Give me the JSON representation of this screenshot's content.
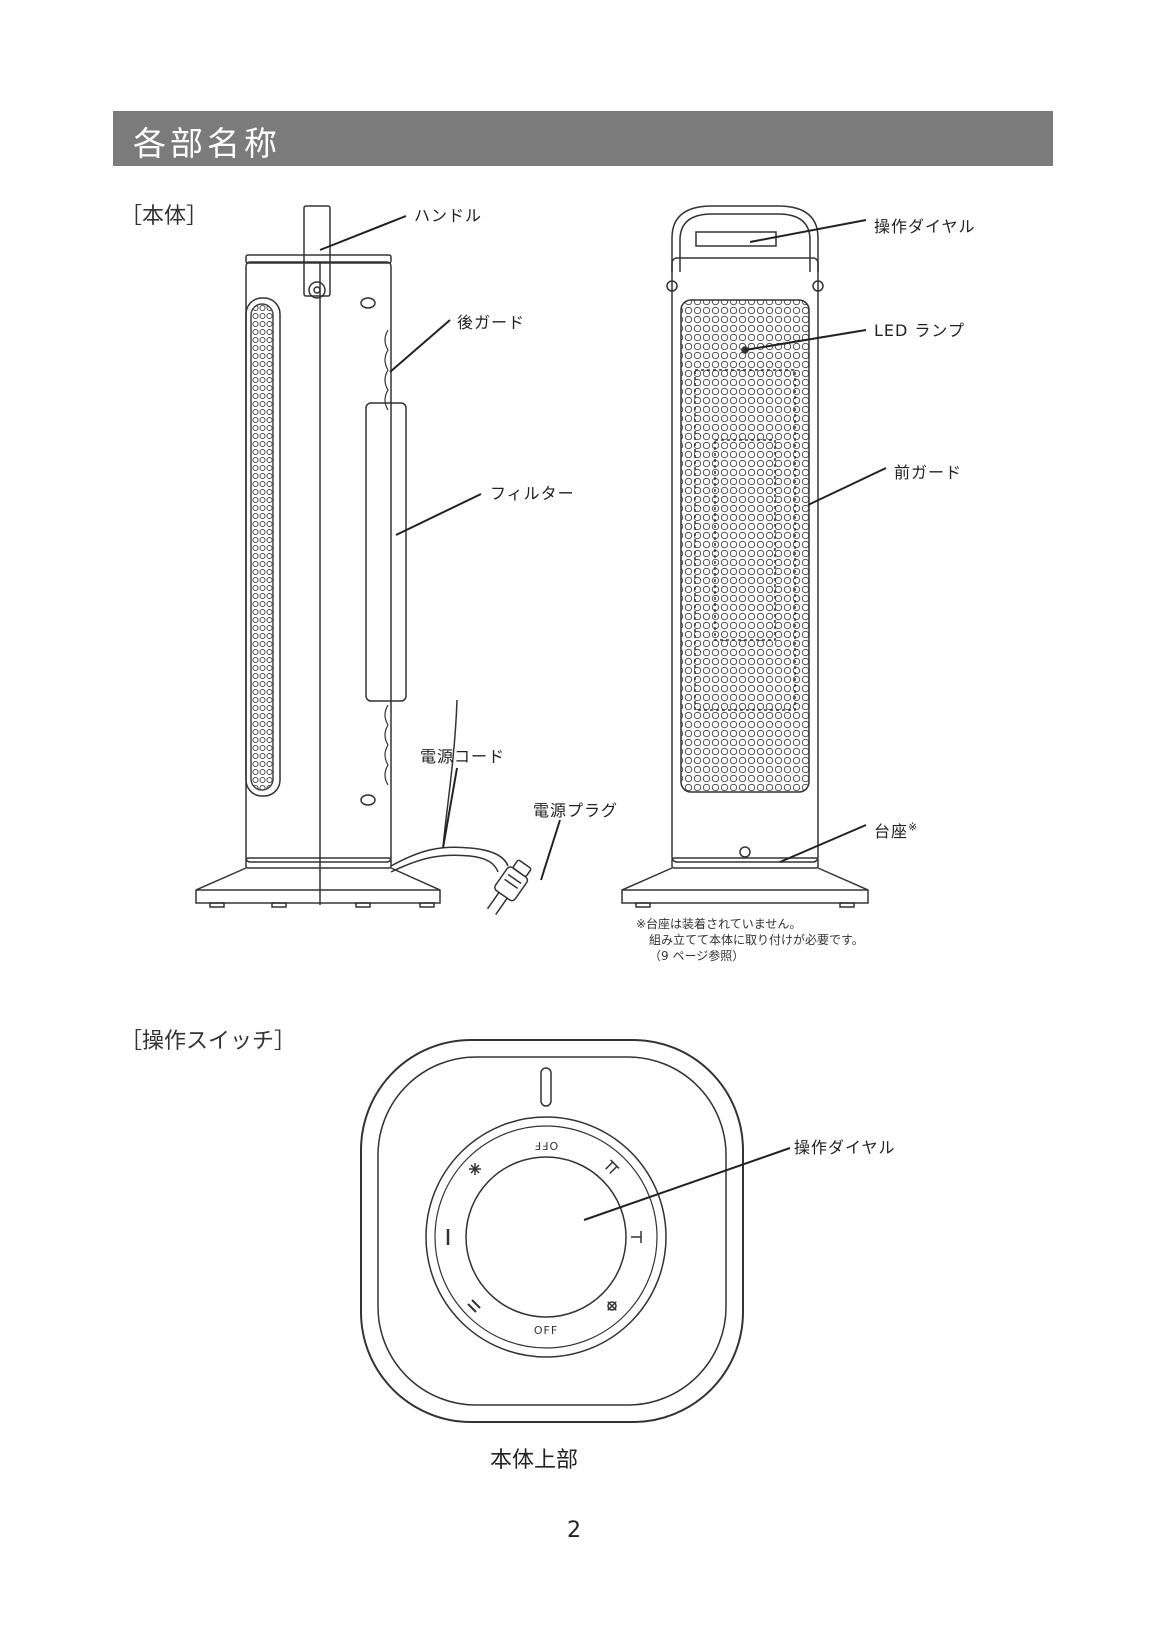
{
  "header": {
    "title": "各部名称"
  },
  "sections": {
    "body": "［本体］",
    "switch": "［操作スイッチ］"
  },
  "callouts": {
    "handle": "ハンドル",
    "rear_guard": "後ガード",
    "filter": "フィルター",
    "power_cord": "電源コード",
    "power_plug": "電源プラグ",
    "control_dial_front": "操作ダイヤル",
    "led_lamp": "LED ランプ",
    "front_guard": "前ガード",
    "base": "台座",
    "base_mark": "※",
    "control_dial_top": "操作ダイヤル"
  },
  "note": {
    "line1": "※台座は装着されていません。",
    "line2": "組み立てて本体に取り付けが必要です。",
    "line3": "（9 ページ参照）"
  },
  "dial": {
    "off_top": "OFF",
    "off_bottom": "OFF"
  },
  "caption": "本体上部",
  "page_number": "2"
}
